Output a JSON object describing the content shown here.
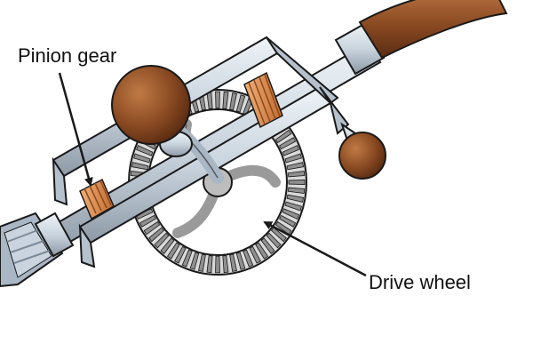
{
  "labels": {
    "pinion_gear": "Pinion gear",
    "drive_wheel": "Drive wheel"
  },
  "colors": {
    "background": "#ffffff",
    "steel": "#c9d4de",
    "steel_dark": "#8d99a6",
    "steel_light": "#eef3f7",
    "gear_grey": "#b9b9b9",
    "copper": "#d9884a",
    "wood": "#8a4a22",
    "outline": "#1a1a1a"
  },
  "icons": [
    "hand-drill-illustration",
    "pointer-arrow"
  ]
}
